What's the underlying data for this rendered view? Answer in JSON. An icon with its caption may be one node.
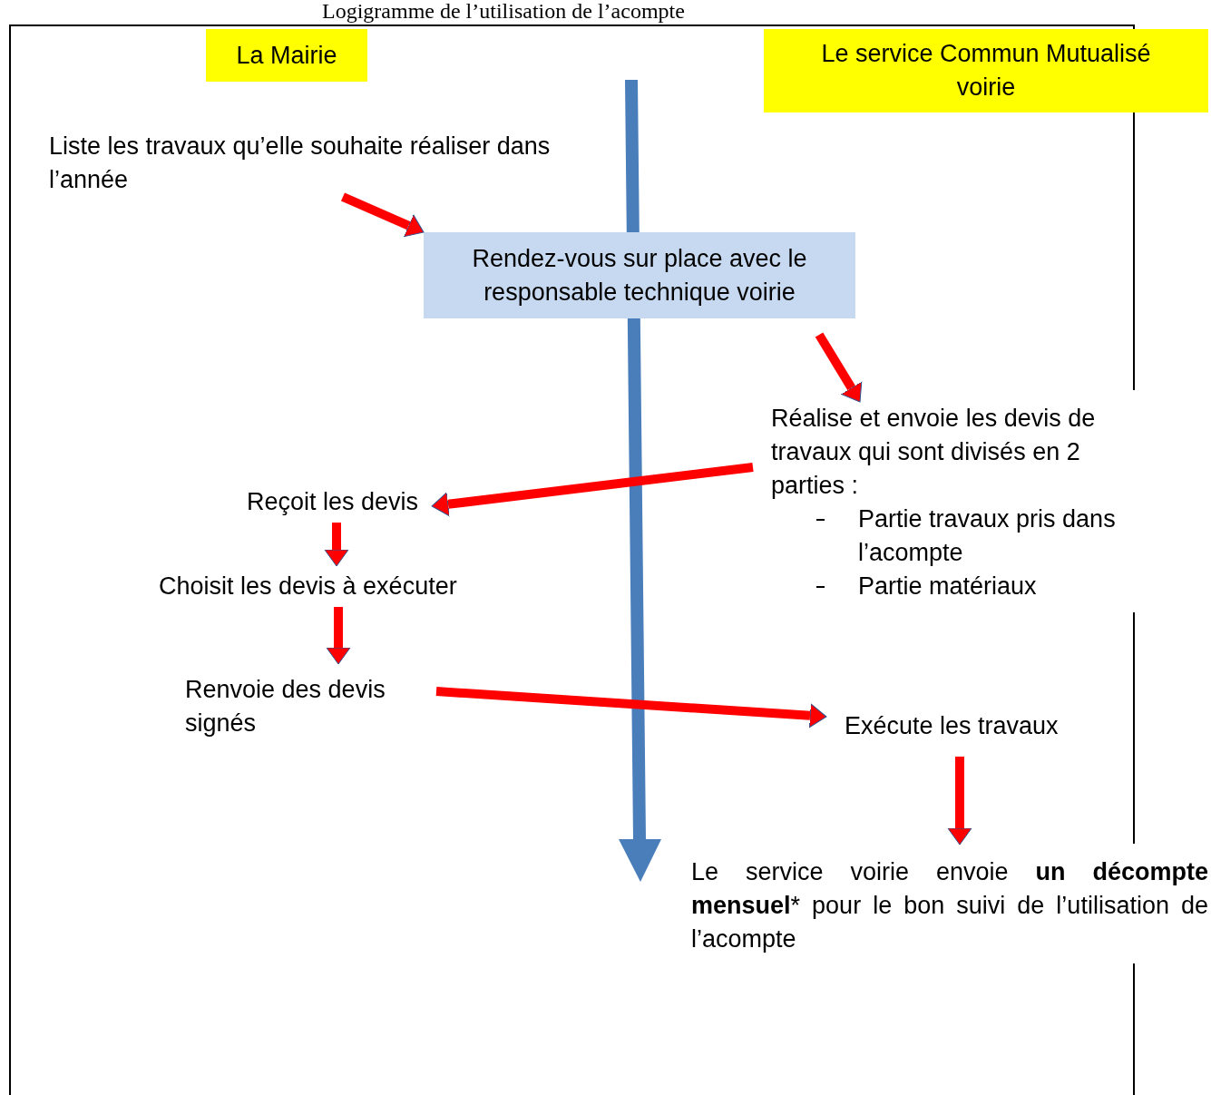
{
  "diagram": {
    "title": "Logigramme de l’utilisation de l’acompte",
    "nodes": [
      {
        "text": [
          "La Mairie"
        ]
      },
      {
        "text": [
          "Le service Commun Mutualisé voirie"
        ]
      },
      {
        "text": [
          "Liste les travaux qu’elle souhaite réaliser dans l’année"
        ]
      },
      {
        "text": [
          "Rendez-vous sur place avec le responsable technique voirie"
        ]
      },
      {
        "text": [
          "Réalise et envoie les devis de travaux qui sont divisés en 2 parties :",
          "Partie travaux pris dans l’acompte",
          "Partie matériaux"
        ]
      },
      {
        "text": [
          "Reçoit les devis"
        ]
      },
      {
        "text": [
          "Choisit les devis à exécuter"
        ]
      },
      {
        "text": [
          "Renvoie des devis signés"
        ]
      },
      {
        "text": [
          "Exécute les travaux"
        ]
      },
      {
        "text": [
          "Le service voirie envoie **un décompte mensuel*** pour le bon suivi de l’utilisation de l’acompte"
        ]
      }
    ],
    "edges": [
      {
        "from": 2,
        "to": 3,
        "arrow": "to"
      },
      {
        "from": 3,
        "to": 4,
        "arrow": "to"
      },
      {
        "from": 4,
        "to": 5,
        "arrow": "to"
      },
      {
        "from": 5,
        "to": 6,
        "arrow": "to"
      },
      {
        "from": 6,
        "to": 7,
        "arrow": "to"
      },
      {
        "from": 7,
        "to": 8,
        "arrow": "to"
      },
      {
        "from": 8,
        "to": 9,
        "arrow": "to"
      }
    ]
  }
}
